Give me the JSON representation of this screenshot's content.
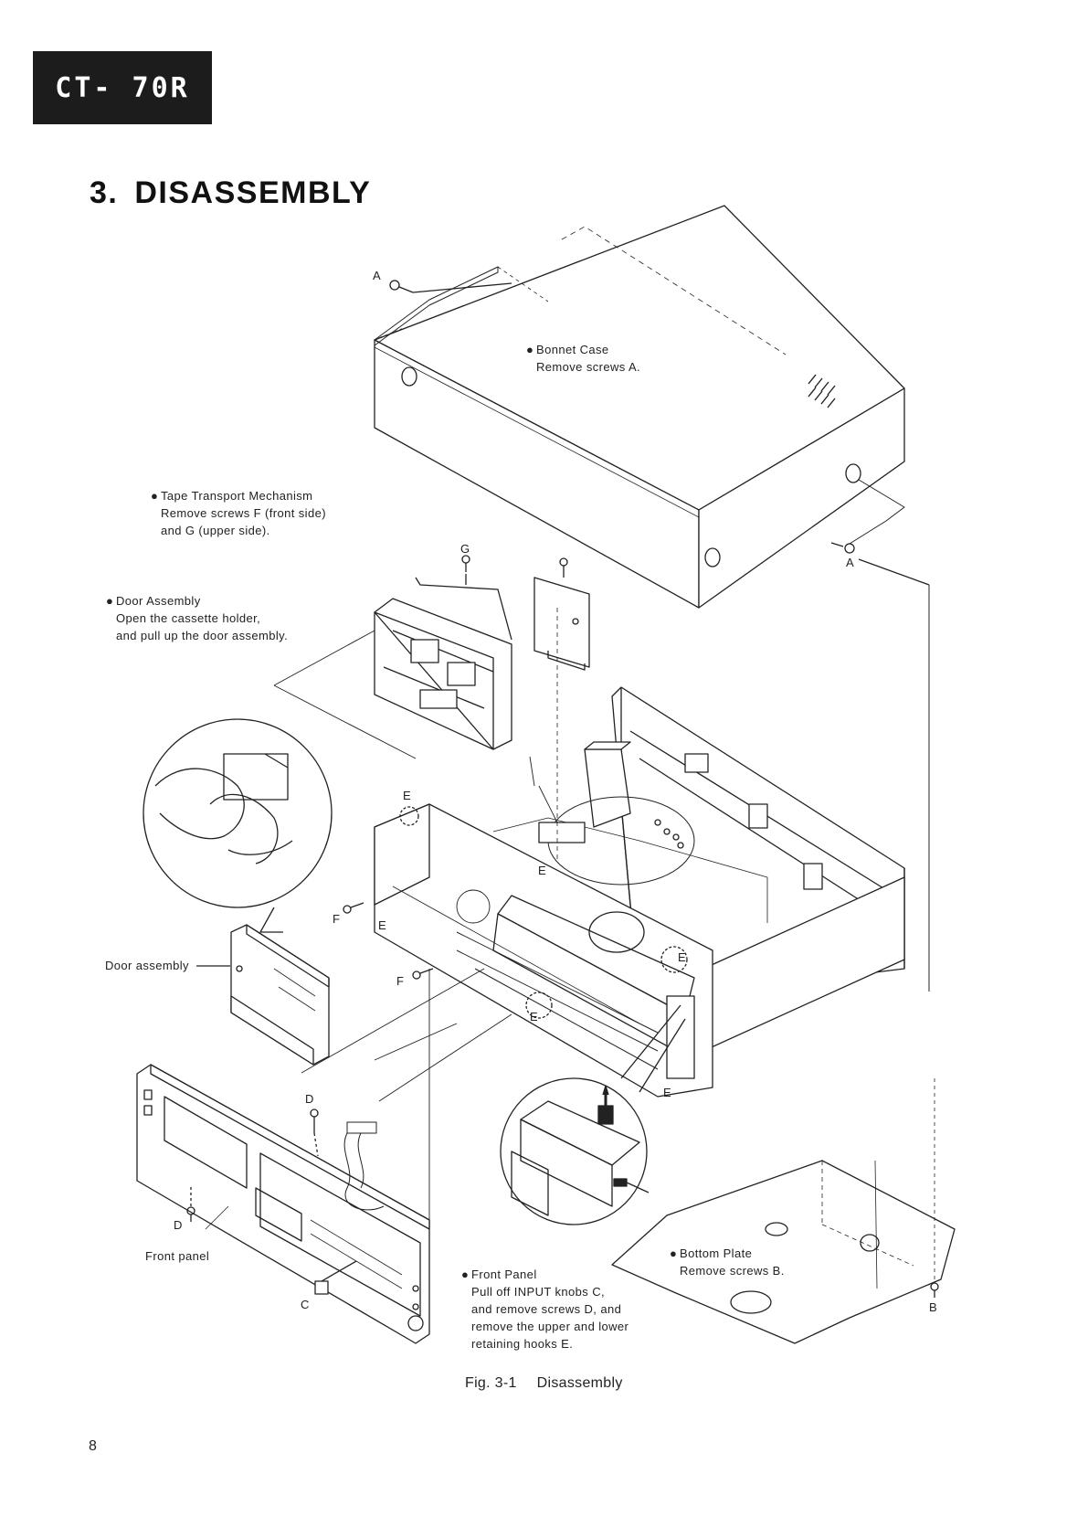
{
  "header": {
    "model_badge": "CT- 70R",
    "section_number": "3.",
    "section_title": "DISASSEMBLY"
  },
  "figure": {
    "notes": {
      "bonnet_case": {
        "title": "Bonnet Case",
        "instruction": "Remove screws A."
      },
      "tape_transport": {
        "title": "Tape Transport Mechanism",
        "line2": "Remove screws F (front side)",
        "line3": "and G (upper side)."
      },
      "door_assembly": {
        "title": "Door Assembly",
        "line2": "Open the cassette holder,",
        "line3": "and pull up the door assembly."
      },
      "bottom_plate": {
        "title": "Bottom Plate",
        "instruction": "Remove screws B."
      },
      "front_panel": {
        "title": "Front Panel",
        "line2": "Pull off INPUT knobs C,",
        "line3": "and remove screws D, and",
        "line4": "remove the upper and lower",
        "line5": "retaining hooks E."
      }
    },
    "part_labels": {
      "door_assembly": "Door assembly",
      "front_panel": "Front panel"
    },
    "screw_letters": {
      "a": "A",
      "b": "B",
      "c": "C",
      "d": "D",
      "e": "E",
      "f": "F",
      "g": "G"
    },
    "caption": {
      "label": "Fig. 3-1",
      "text": "Disassembly"
    }
  },
  "footer": {
    "page_number": "8"
  }
}
